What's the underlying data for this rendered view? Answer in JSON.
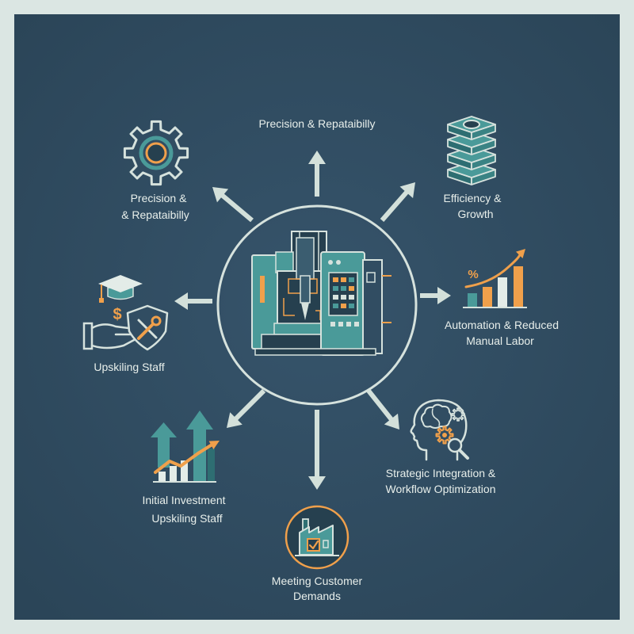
{
  "colors": {
    "background": "#dbe6e3",
    "panel": "#314d62",
    "text": "#e8efeb",
    "teal": "#4a9a99",
    "orange": "#f0a04b",
    "line": "#d6e2dd",
    "arrow": "#d3e0da"
  },
  "diagram": {
    "center": {
      "icon": "cnc-machine-icon"
    },
    "nodes": {
      "top": {
        "lines": [
          "Precision & Repataibilly"
        ]
      },
      "top_left": {
        "icon": "gear-icon",
        "lines": [
          "Precision &",
          "& Repataibilly"
        ]
      },
      "top_right": {
        "icon": "stacked-layers-icon",
        "lines": [
          "Efficiency &",
          "Growth"
        ]
      },
      "right": {
        "icon": "growth-bar-chart-icon",
        "glyph": "%",
        "lines": [
          "Automation & Reduced",
          "Manual Labor"
        ]
      },
      "left": {
        "icon": "training-investment-icon",
        "glyph": "$",
        "lines": [
          "Upskiling Staff"
        ]
      },
      "bottom_right": {
        "icon": "head-gears-icon",
        "lines": [
          "Strategic Integration &",
          "Workflow Optimization"
        ]
      },
      "bottom": {
        "icon": "factory-check-icon",
        "lines": [
          "Meeting Customer",
          "Demands"
        ]
      },
      "bottom_left": {
        "icon": "rising-arrows-chart-icon",
        "lines": [
          "Initial Investment",
          "Upskiling Staff"
        ]
      }
    }
  }
}
